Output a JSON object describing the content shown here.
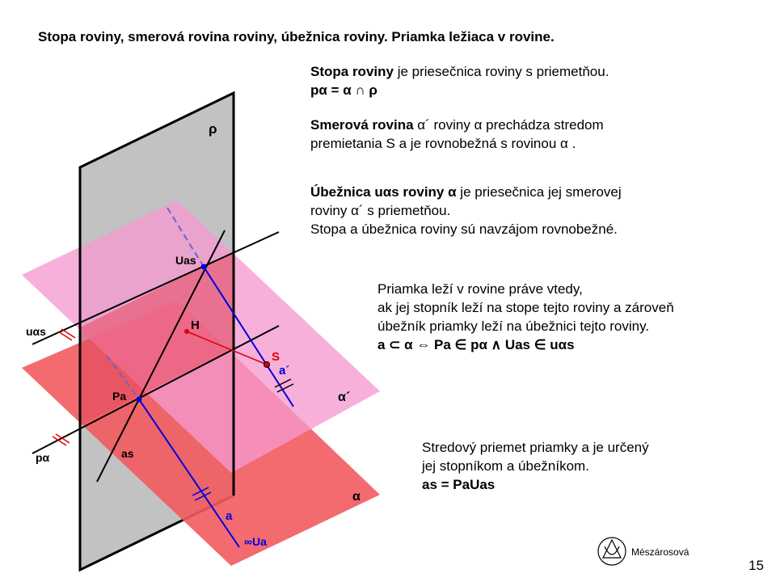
{
  "title": "Stopa roviny, smerová rovina roviny, úbežnica roviny. Priamka ležiaca v rovine.",
  "block1": {
    "line1_bold": "Stopa roviny",
    "line1_rest": " je priesečnica roviny s priemetňou.",
    "line2": "pα = α ∩ ρ"
  },
  "block2": {
    "line1_bold": "Smerová rovina",
    "line1_rest": " α´ roviny α prechádza stredom",
    "line2": "premietania S a je rovnobežná s rovinou α ."
  },
  "block3": {
    "line1_bold": "Úbežnica uαs roviny α",
    "line1_rest": "  je priesečnica jej smerovej",
    "line2": "roviny α´ s priemetňou.",
    "line3": "Stopa a úbežnica  roviny sú navzájom  rovnobežné."
  },
  "block4": {
    "line1": "Priamka leží  v rovine práve vtedy,",
    "line2": "ak jej stopník leží  na stope tejto roviny a zároveň",
    "line3": "úbežník  priamky leží na úbežnici tejto roviny.",
    "line4": "a ⊂ α ⇔ Pa ∈ pα ∧ Uas ∈ uαs"
  },
  "block5": {
    "line1": "Stredový priemet priamky  a je určený",
    "line2": "jej stopníkom  a úbežníkom.",
    "line3": "as = PaUas"
  },
  "labels": {
    "rho": "ρ",
    "Uas": "Uas",
    "uas": "uαs",
    "H": "H",
    "S": "S",
    "a_prime": "a´",
    "alpha_prime": "α´",
    "Pa": "Pa",
    "p_alpha": "pα",
    "as": "as",
    "alpha": "α",
    "a": "a",
    "inf_Ua": "∞Ua"
  },
  "author": "Mészárosová",
  "page_number": "15",
  "colors": {
    "projection_plane": "#c0c0c0",
    "plane_alpha": "#f0505a",
    "plane_alpha_prime": "#f7a8cc",
    "line_blue": "#0000dd",
    "line_red": "#e00000"
  }
}
